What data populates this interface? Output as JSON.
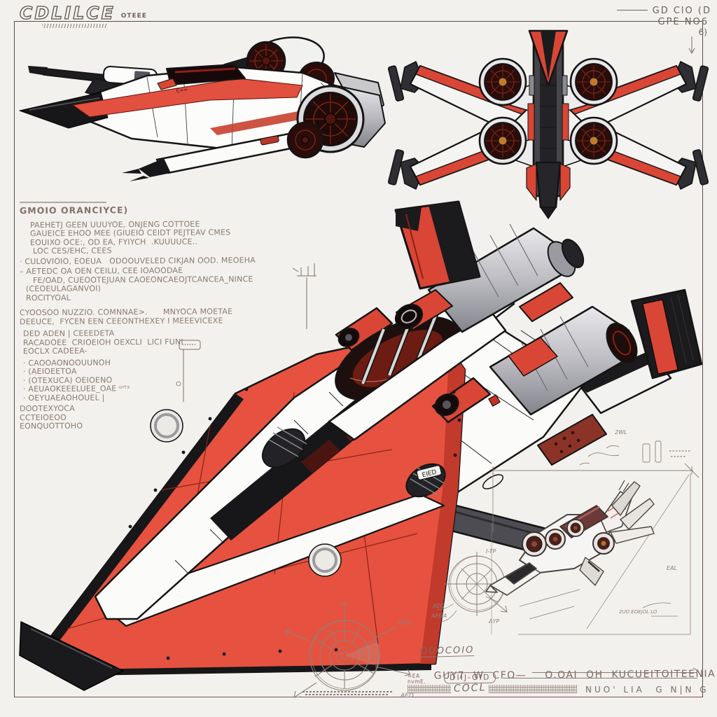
{
  "page": {
    "background": "#f3f1ee",
    "frame_color": "#564a48",
    "accent_red": "#e2503f",
    "deep_red": "#c03327",
    "ink_black": "#17171a",
    "turbine_maroon": "#2a0d0a",
    "pencil_gray": "#8d8178",
    "handwriting_brown": "#8a796d"
  },
  "header": {
    "logo_text": "CDLILCE",
    "logo_sub": "OTEEE",
    "code_line1": "GD  ClO (D",
    "code_line2": "GPE NO6",
    "code_line3": "6)"
  },
  "annotations": {
    "heading": "GMOIO ORANCIYCE)",
    "lines": [
      "PAEHETJ GEEN UUUYOE, ONJENG COTTOEE",
      "GAUEICE EHOO MEE (GIUEIO CEIDT PEJTEAV CMES",
      "EOUIXO OCE:, OD EA, FYIYCH  .KUUUUCE..",
      "LOC CES/EHC, CEES",
      "· CULOVIOIO, EOEUA   ODOOUVELED CIKJAN OOD. MEOEHA",
      "– AETEDC OA OEN CEILU, CEE IOAOODAE",
      "FE/OAD, CUEOOTEJUAN CAOEONCAEOJTCANCEA_NINCE",
      "(CEOEULAGANVOI)",
      "ROCITYOAL",
      "CYOOSOO NUZZIO. COMNNAE>.      MNYOCA MOETAE",
      "DEEUCE,  FYCEN EEN CEEONTHEXEY I MEEEVICEXE",
      "DED ADEN | CEEEDETA",
      "RACADOEE  CRIOEIOH OEXCLI  LICI FUNI",
      "EOCLX CADEEA-",
      "· CAOOAONOOUUNOH",
      "· (AEIOEETOA",
      "· (OTEXUCA) OEIOENO",
      "· AEUAOKEEELUEE_OAE ᵒʳᵗˢ",
      "· OEYUAEAOHOUEL |",
      "DOOTEXYOCA",
      "CCTEIOEOO",
      "EONQUOTTOHO"
    ]
  },
  "callouts": {
    "hull_plate": "EIED",
    "stripe_marking": "C=="
  },
  "title_block": {
    "script_name": "OUOCOIO",
    "line1a": "GUY7  W  CFO—",
    "line1b": "O.OAI  OH  KUCUEITOITEENIA  E'G",
    "small_top": "=EA",
    "small_bottom": "nvmE.",
    "boxed_code": "DIIJ-OID",
    "script2": "COCL",
    "caps": "NUO' LIA  G N|N G"
  },
  "sketches": {
    "turbine_note": "AYD",
    "turbine_label": "AED",
    "compass_top": "I-TP",
    "compass_left1": "AEG",
    "compass_left2": "AEGA",
    "compass_bottom": "AYP",
    "frame_note1": "2WL",
    "frame_note2": "EAL",
    "frame_note3": "2UO EOEjOL LO"
  }
}
